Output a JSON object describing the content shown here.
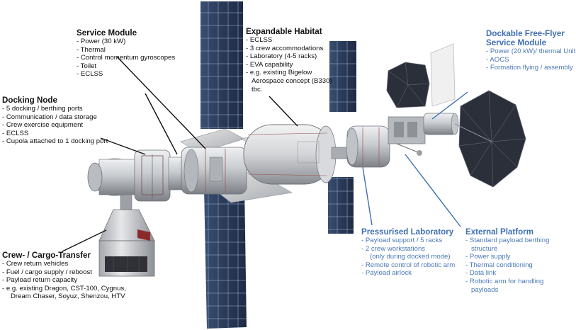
{
  "colors": {
    "label_dark": "#111111",
    "label_blue": "#4a78b8",
    "leader_blue": "#3d6fb3",
    "module_body": "#c9ccd0",
    "solar_panel": "#2d3f5e"
  },
  "labels": {
    "service_module": {
      "title": "Service Module",
      "items": [
        "- Power (30 kW)",
        "- Thermal",
        "- Control momentum gyroscopes",
        "- Toilet",
        "- ECLSS"
      ]
    },
    "expandable_habitat": {
      "title": "Expandable Habitat",
      "items": [
        "- ECLSS",
        "- 3 crew accommodations",
        "- Laboratory (4-5 racks)",
        "- EVA capability",
        "- e.g. existing Bigelow",
        "Aerospace concept (B330)",
        "tbc."
      ]
    },
    "free_flyer": {
      "title_line1": "Dockable Free-Flyer",
      "title_line2": "Service Module",
      "items": [
        "- Power (20 kW)/ thermal Unit",
        "- AOCS",
        "- Formation flying / assembly"
      ]
    },
    "docking_node": {
      "title": "Docking Node",
      "items": [
        "- 5 docking / berthing ports",
        "- Communication / data storage",
        "- Crew exercise equipment",
        "- ECLSS",
        "- Cupola attached to 1 docking port"
      ]
    },
    "crew_cargo": {
      "title": "Crew- / Cargo-Transfer",
      "items": [
        "- Crew return vehicles",
        "- Fuel / cargo supply / reboost",
        "- Payload return capacity",
        "- e.g. existing Dragon, CST-100, Cygnus,",
        "Dream Chaser, Soyuz, Shenzou, HTV"
      ]
    },
    "pressurised_lab": {
      "title": "Pressurised Laboratory",
      "items": [
        "- Payload support / 5 racks",
        "- 2 crew workstations",
        "(only during docked mode)",
        "-  Remote control of robotic arm",
        "- Payload airlock"
      ]
    },
    "external_platform": {
      "title": "External Platform",
      "items": [
        "- Standard payload berthing",
        "structure",
        "- Power supply",
        "- Thermal conditioning",
        "- Data link",
        "- Robotic arm for handling",
        "payloads"
      ]
    }
  }
}
